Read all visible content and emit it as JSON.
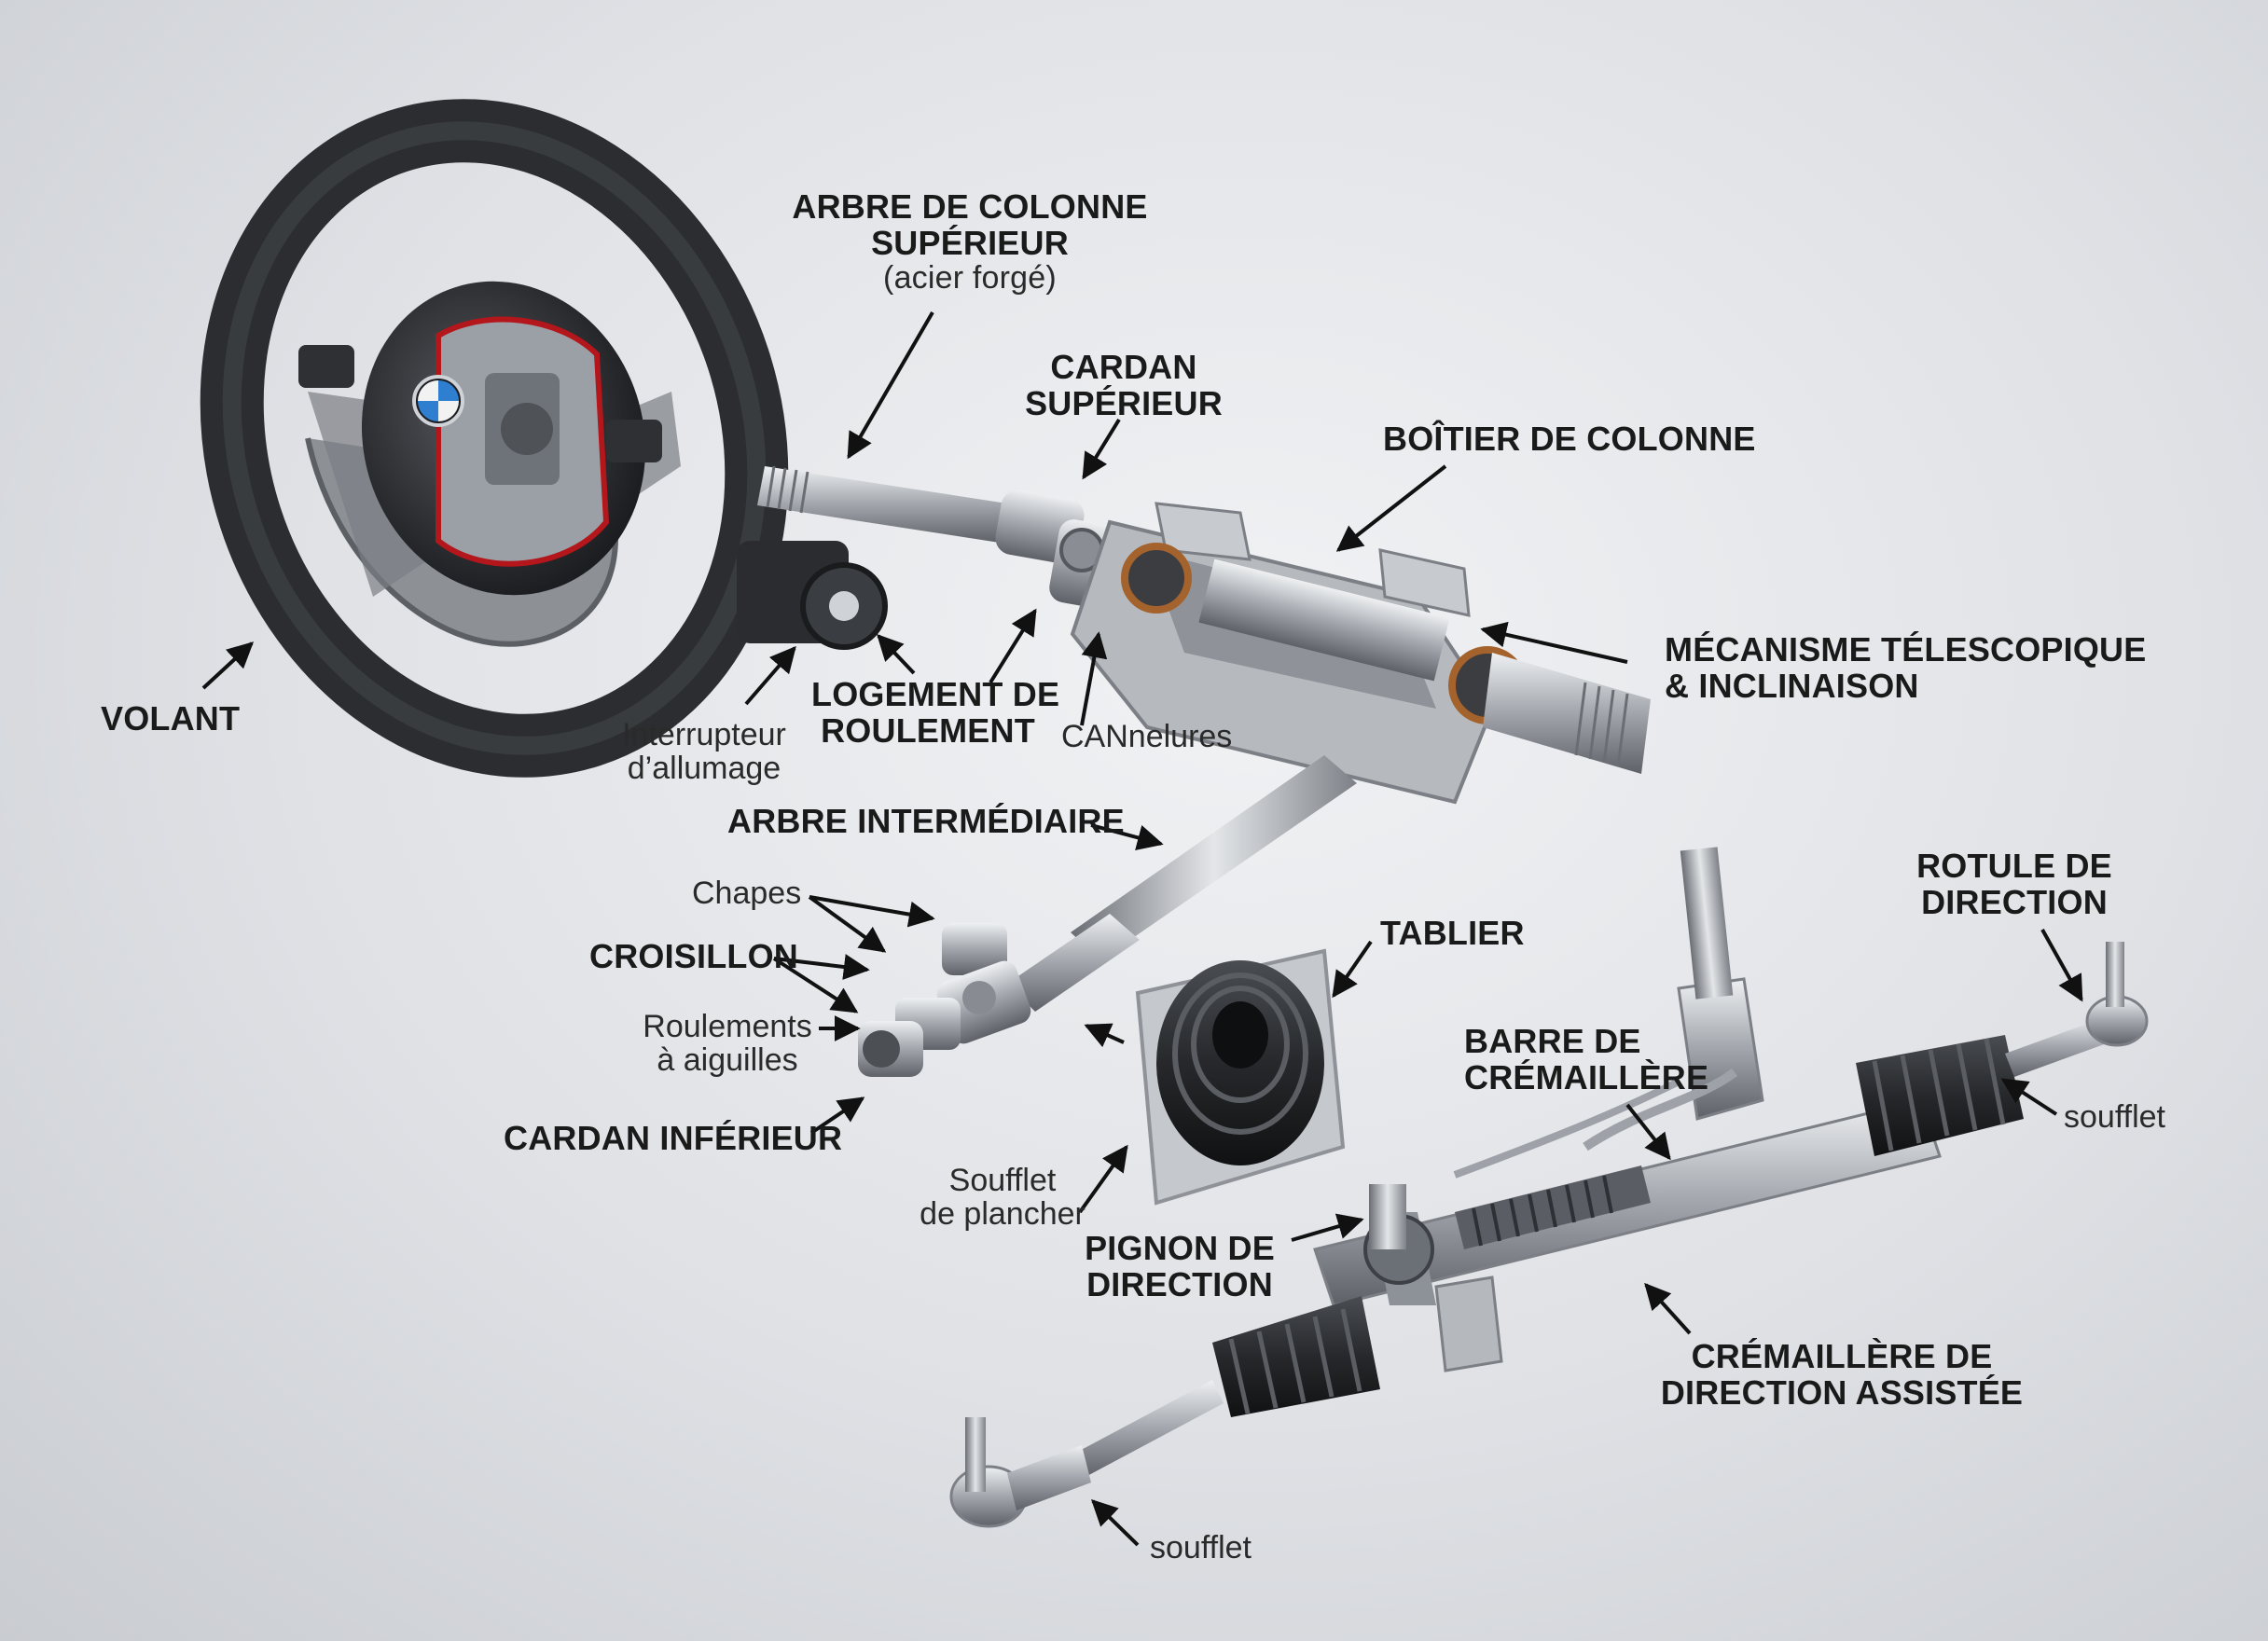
{
  "labels": {
    "arbre_colonne": {
      "line1": "ARBRE DE COLONNE",
      "line2": "SUPÉRIEUR",
      "note": "(acier forgé)"
    },
    "cardan_superieur": {
      "line1": "CARDAN",
      "line2": "SUPÉRIEUR"
    },
    "boitier_colonne": "BOÎTIER DE COLONNE",
    "mecanisme": {
      "line1": "MÉCANISME TÉLESCOPIQUE",
      "line2": "& INCLINAISON"
    },
    "volant": "VOLANT",
    "interrupteur": {
      "line1": "Interrupteur",
      "line2": "d’allumage"
    },
    "logement": {
      "line1": "LOGEMENT DE",
      "line2": "ROULEMENT"
    },
    "cannelures": "CANnelures",
    "arbre_intermediaire": "ARBRE INTERMÉDIAIRE",
    "chapes": "Chapes",
    "croisillon": "CROISILLON",
    "roulements": {
      "line1": "Roulements",
      "line2": "à aiguilles"
    },
    "cardan_inferieur": "CARDAN INFÉRIEUR",
    "tablier": "TABLIER",
    "soufflet_plancher": {
      "line1": "Soufflet",
      "line2": "de plancher"
    },
    "rotule": {
      "line1": "ROTULE DE",
      "line2": "DIRECTION"
    },
    "barre": {
      "line1": "BARRE DE",
      "line2": "CRÉMAILLÈRE"
    },
    "soufflet_droit": "soufflet",
    "pignon": {
      "line1": "PIGNON DE",
      "line2": "DIRECTION"
    },
    "cremaillere": {
      "line1": "CRÉMAILLÈRE DE",
      "line2": "DIRECTION ASSISTÉE"
    },
    "soufflet_gauche": "soufflet"
  },
  "colors": {
    "background": "#dfe1e5",
    "label_text": "#1a1a1a",
    "steel": "#a9adb3",
    "rubber": "#26282b",
    "accent_red": "#b3161b"
  },
  "icons": [
    "bmw-logo-icon"
  ]
}
